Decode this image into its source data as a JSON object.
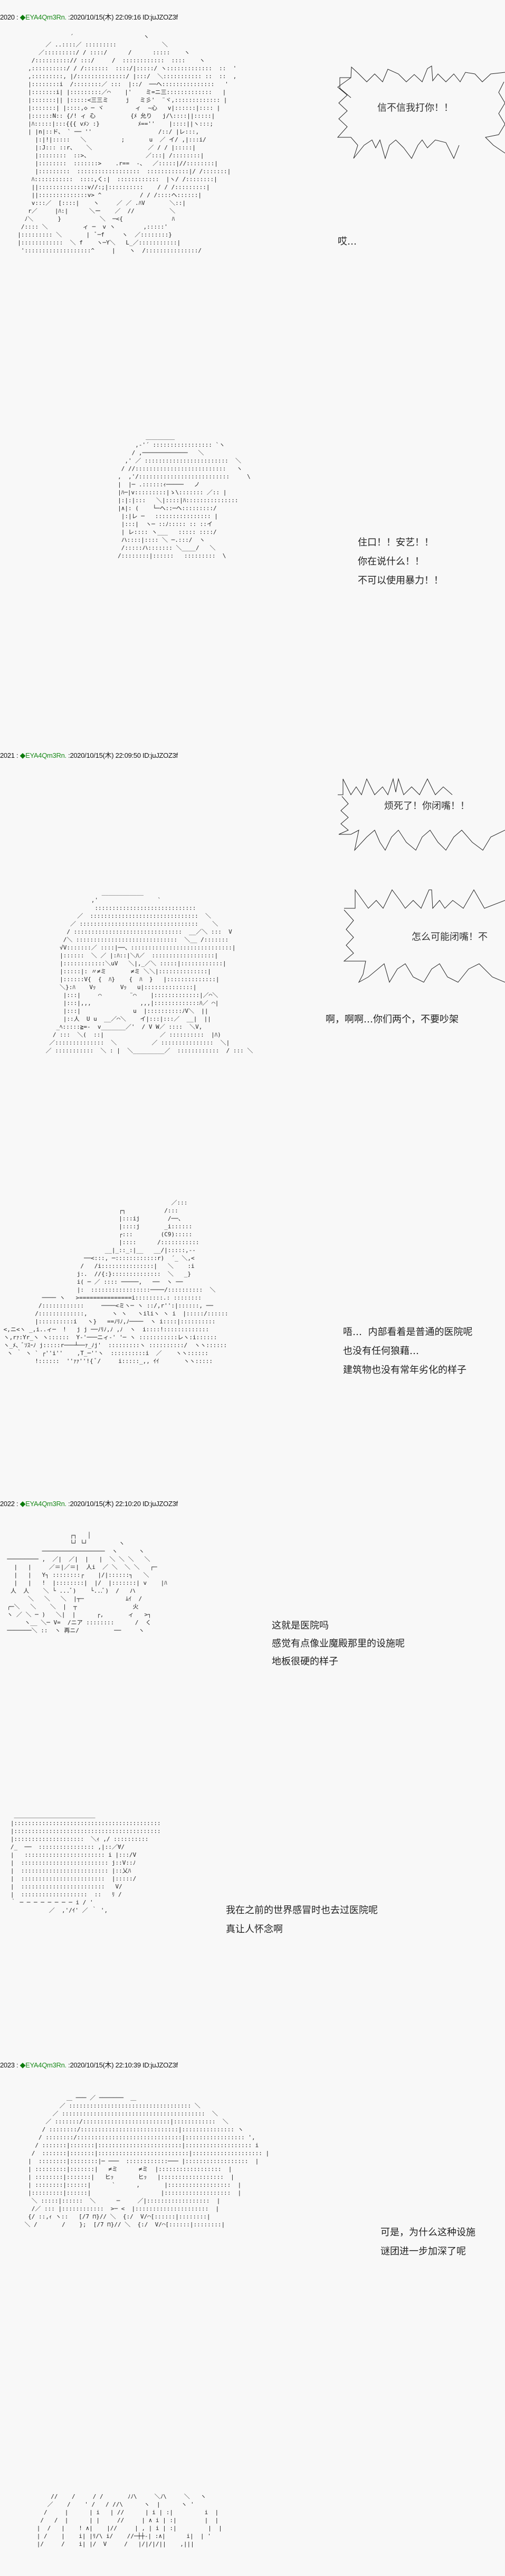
{
  "posts": [
    {
      "number": "2020",
      "sep": " : ",
      "trip": "EYA4Qm3Rn.",
      "datetime": " :2020/10/15(木) 22:09:16 ID:juJZOZ3f",
      "bursts": [
        "信不信我打你！！"
      ],
      "dialogs": [
        "哎…",
        "住口！！安艺！！\n你在说什么！！\n不可以使用暴力！！"
      ]
    },
    {
      "number": "2021",
      "sep": " : ",
      "trip": "EYA4Qm3Rn.",
      "datetime": " :2020/10/15(木) 22:09:50 ID:juJZOZ3f",
      "bursts": [
        "烦死了！你闭嘴！！",
        "怎么可能闭嘴！不"
      ],
      "dialogs": [
        "啊，啊啊…你们两个，不要吵架",
        "唔…  内部看着是普通的医院呢\n也没有任何狼藉…\n建筑物也没有常年劣化的样子"
      ]
    },
    {
      "number": "2022",
      "sep": " : ",
      "trip": "EYA4Qm3Rn.",
      "datetime": " :2020/10/15(木) 22:10:20 ID:juJZOZ3f",
      "bursts": [],
      "dialogs": [
        "这就是医院吗\n感觉有点像业魔殿那里的设施呢\n地板很硬的样子",
        "我在之前的世界感冒时也去过医院呢\n真让人怀念啊"
      ]
    },
    {
      "number": "2023",
      "sep": " : ",
      "trip": "EYA4Qm3Rn.",
      "datetime": " :2020/10/15(木) 22:10:39 ID:juJZOZ3f",
      "bursts": [],
      "dialogs": [
        "可是，为什么这种设施\n谜团进一步加深了呢"
      ]
    }
  ],
  "aa_art": {
    "girl_angry": "                 ´                    ヽ\n          ／ ..::::／ :::::::::             ＼\n        ／:::::::::/ / ::::/      /      :::::    ヽ\n      /::::::::::// :::/     /  ::::::::::::  ::::    ヽ\n     ,::::::::::/ / /:::::::  ::::/|:::::/ ヽ:::::::::::::  ::  '\n     ,:::::::::, |/::::::::::::::/ |:::/  ＼::::::::::: ::  ::  ,\n     |::::::::i  /::::::::／ :::  |::/  ──ヘ:::::::::::::::   '\n     |:::::::i| |:::::::::／⌒    |'    ミ=ニ三:::::::::::::   |\n     |:::::::|| |:::::<三三ミ     j   ミ彡'  ¨ヾ,::::::::::::: |\n     |:::::::| |::::,◇ ─ ヾ         ィ  ~心   v|::::::|:::: |\n     |::::::N:: {/! ィ ̄心          {ﾒ 允り   j/\\::::||:::::|\n     |ﾊ:::::|:::{{{ vﾒﾝ :}           ﾒ==''    |::::||ヽ:::;\n     | |n|::ド、 ` ── ''                   /::/ |レ:::,\n       |:|!|:::::   ＼          ;       u  ／ イ/ ,|:::i/\n       |:J::: ::r、   ＼                ／ / / |:::::|\n       |::::::::  ::>、                ／:::| /::::::::|\n       |::::::::  :::::::>    .r==  -、  ／:::::|//::::::::|\n       |:::::::::  ::::::::::::::::::  ::::::::::::|/ /:::::::|\n      ﾊ:::::::::::  ::::,く:|  ::::::::::::  |ヽ/ /::::::::|\n      ||::::::::::::::v//:;|::::::::::    / / /:::::::::|\n      ||::::::::::::::v> ^           / / /::::ヘ::::::|\n      v:::／  [::::|    ヽ     ／ ／ .ﾊV       ＼::|\n     r／     |ﾊ:|      ＼ー    ／  //          ＼\n    ﾉ＼       }           ＼  ─<{              ﾊ\n   /:::: ＼          ィ ─  v ヽ        ,:::::'\n  |::::::::: ＼       |  ﾞ─f     ヽ  ／::::::::}\n  |::::::::::::  ＼ f    ヽ─Y＼   L_／:::::::::::|\n   ':::::::::::::::::::^     |    ヽ  /:::::::::::::::/",
    "girl_bow": "             ＿＿＿＿＿\n          ,-'´ ::::::::::::::::: `ヽ\n         / ,─────────────   ＼\n       ,' ／ ::::::::::::::::::::::::  ＼\n      / //::::::::::::::::::::::::::   ヽ\n     ,  ,'/::::::::::::::::::::::::::     \\\n     |  |─ .::::::ｨ─────   ノ\n     |ﾊ─|v:::::::::|ゝ\\::::::: ／:: |\n     |:|:|:::   ＼|::::|ﾊ:::::::::::::::\n     |∧|: (    └─ヘ::─ヘ:::::::::/\n      |:|レ ─   :::::::::::::::: |\n      |:::|  ヽ─ ::ﾉ::::: :: ::イ\n      | レ:::: ヽ___   ::::: ::::/\n      ハ::::|:::: ＼ ─.:::/  ヽ\n      /:::::ハ::::::: ＼____/   ＼\n     /::::::::|::::::   :::::::::  \\",
    "girl_worried": "                 ____________\n              ,'                 `\n               :::::::::::::::::::::::::::::\n          ／  :::::::::::::::::::::::::::::::  ＼\n        ／ ::::::::::::::::::::::::::::::::::    ＼\n       / :::::::::::::::::::::::::::::::  __／＼ :::  V\n      /＼ :::::::::::::::::::::::::::::  ＼__ /:::::::\n     √V:::::::／ ::::|──、:::::::::::::::::::::::::::::|\n     |::::::  ＼ ／ |:ﾊ::|＼ﾊ／  ::::::::::::::::::|\n     |::::::::::::＼uV   ＼|,_／＼ :::::|::::::::::::|\n     |:::::|: 〃≠ミ       ≠ミ ＼＼|::::::::::::::|\n     |::::::V{  {  ﾊ}    {  ﾊ  }   |::::::::::::::|\n     ＼}:ﾊ    Vｯ       Vｯ   u|::::::::::::::|\n      |:::|     ⌒        ¨⌒    |:::::::::::::|／⌒＼\n      |:::|,,,              ,,,|:::::::::::::ﾊ／ ⌒|\n      |:::|               u  |::::::::::ﾉV＼  ||\n      |::人  U u  __／⌒＼    イ|:::|:::／  __|  ||\n    _ﾍ:::::≧=-  v_______／'  / V W／ ::::  ＼V,\n   / :::  ＼(  ::|                ／ ::::::::::  |ﾊ)\n  ／::::::::::::::  ＼          ／ :::::::::::::::  ＼|\n ／ :::::::::::  ＼ : |  ＼_________／  ::::::::::::  / ::: ＼",
    "room_scene": "                                                 ／:::\n                                  ┌┐           /:::\n                                  |:::ij        /──、\n                                  |::::j       _i::::::\n                                  ┌:::        (C9):::::\n                                  |::::      /:::::::::::\n                              __|_::_:|__   __/|:::::,--\n                        ──<:::, ─::::::::::::r)  ´_ ＼,<\n                       /   /i:::::::::::::::|   ＼    :i\n                      j:.  //{:}::::::::::::::  ＼   _}\n                      i( ─ ／ :::: ─────,   ──  ヽ ──\n                      |:  :::::::::::::::::────/::::::::::  ＼\n            ──── ヽ   >===============i::::::::.: ::::::::\n           /::::::::::::     ────<ミヽ─ ヽ ::/,r'':|::::::, ──\n          /:::::::::::::,       ヽ ヽ   ヽiliヽ ヽ i  |:::::/::::::\n          |::::::::::i   ヽ}   ==ﾉﾘﾉ,ﾉ────  ヽ i::::|::::::::::\n <,ニ<ヽ _,i..ィ─  !   j j ──ﾉﾘﾉ,ﾉ ,ﾉ  ヽ  i::::!:::::::::::::\n ヽ,rｧ:Yr_ヽ ヽ::::::  Y-'───ニィ-' '─ ヽ :::::::::::レヽ:i::::::\n ヽ_ﾒ、ﾞｿｽｰﾉ j:::::r───┴──ｧ_ﾉj'  :::::::::ヽ ::::::::::/  ヽヽ::::::\n  ヽ ｀ ヽ ` ┌''i''    ,T_─''ヽ  ::::::::::i  ／    ヽヽ::::::\n          !::::::  ''ｧｧ''!{ ﾞ/     i:::::_,, ｲｲ       ヽヽ:::::",
    "hospital_building": "                    ┌┐   │\n                    └┘ └┘         ヽ\n            ──────────────────  ヽ      ヽ\n  ───────── ,  ／|  ／|  |   |  ＼ ＼ ＼   ＼\n    |   |     ／＝|／＝|  人i  ／ ＼  ＼ ＼   ┌─\n    |   |   Y┐ ::::::::┌    |/|::::::┐   ＼\n    |   |   !  |::::::::|  |/  |:::::::| v    |ﾊ\n   人  人    ＼ └ ...ﾞ)    └...ﾞ)  /   ハ\n        ＼   ＼   ＼  |┬─            ﾑｲ  /\n  ╭─＼   ＼    ＼  |  ┬                火\n  ヽ ／ ＼ ─ )   ＼|  |      ┌,       ィ   >┐\n       ヽ__ ＼─ V=  /ニア ::::::::      /  く\n  ───────＼ ::  ヽ 再ニ/          ──     ヽ",
    "hospital_floor": "    ＿＿＿＿＿＿＿＿＿＿＿＿＿＿\n   |::::::::::::::::::::::::::::::::::::::::::\n   |::::::::::::::::::::::::::::::::::::::::::\n   |::::::::::::::::::::  ＼ｨ ,/ ::::::::::\n   /_  ──  :::::::::::::::: ,|::／∀/\n   |   ::::::::::::::::::::::: i |:::/V\n   |  ::::::::::::::::::::::::: j::V::ﾉ\n   |  ::::::::::::::::::::::::: |::乂ﾊ\n   |  ::::::::::::::::::::::::  |:::::/\n   |  ::::::::::::::::::::::::   V/\n   |  :::::::::::::::::::  ::   ﾘ /\n   ｀ ─ ─ ─ ─ ─ ─ ─ ─ i / '\n              ／  ,'/ｲ' ／ ｀ ',",
    "girl_thinking": "                ＿ ─── ／ ───────  ＿\n              ／ ::::::::::::::::::::::::::::::::::: ＼\n            ／ :::::::::::::::::::::::::::::::::::::::::  ＼\n          ／ :::::::/:::::::::::::::::::::::::|::::::::::::  ＼\n         / ::::::::/::::::::::::::::::::::::::::|::::::::::::::: ヽ\n        / ::::::::/::::::::::::::::::::::::::::::|::::::::::::::::: ',\n       / :::::::|:::::::|::::::::::::::::::::::::|::::::::::::::::::: i\n      /  :::::::|:::::::|::::::::::::::::::::::::::|:::::::::::::::::::: |\n     |  ::::::::|::::::::|─ ───  ::::::::::::─── |::::::::::::::::::  |\n     | :::::::::|:::::::|   ≠ミ      ≠ミ  |::::::::::::::::::  |\n     | ::::::::|:::::::|   ヒｯ       ヒｯ   |::::::::::::::::::  |\n     | ::::::::|::::::|      `      ,       |::::::::::::::::::  |\n     |:::::::::|::::::|                    |:::::::::::::::::::  |\n      ＼ :::::|::::::  ＼      ─     ／|::::::::::::::::::  |\n      /／ ::: |::::::::::::  >─ <  |:::::::::::::::::::::  |\n     {/ ::,ｨ ヽ::   [/7 ⊓}// ＼  {:/  V/⌒[::::::|::::::::|\n    ＼ /       /    };  [/7 ⊓}// ＼  {:/  V/⌒[::::::|::::::::|",
    "girl_bottom": "          //    /     / /       ﾉﾉ\\     ＼ﾉ\\     ＼   ヽ\n         ／    /    ' /   / //\\      ヽ  |      ヽ '\n        /     |      | i   | //      | i | :|         i  |\n       /   /  |      | |     //     | ∧ i | :|        |  |\n      |  /   |    ! ∧|    |//     | , | i | :|         |  |\n      | /    |    i| |ﾘ/\\ i/    //─┼┼-| :∧|      i|  | '\n      |/     /    i| |/  V     /   |/|/|/||    ,|||"
  }
}
